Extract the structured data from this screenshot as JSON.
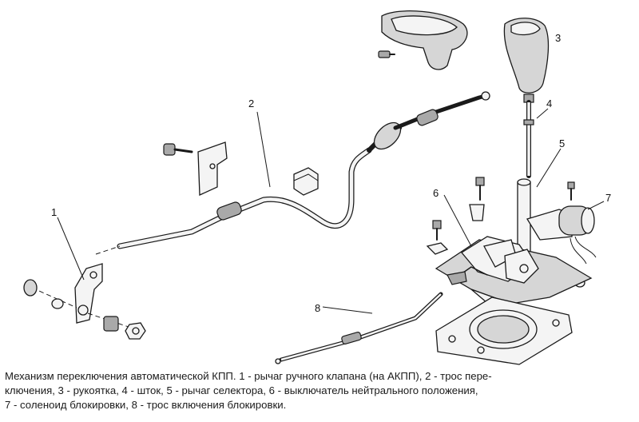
{
  "diagram": {
    "callouts": [
      {
        "id": "1",
        "label": "1"
      },
      {
        "id": "2",
        "label": "2"
      },
      {
        "id": "3",
        "label": "3"
      },
      {
        "id": "4",
        "label": "4"
      },
      {
        "id": "5",
        "label": "5"
      },
      {
        "id": "6",
        "label": "6"
      },
      {
        "id": "7",
        "label": "7"
      },
      {
        "id": "8",
        "label": "8"
      }
    ],
    "caption": {
      "line1": "Механизм переключения автоматической КПП. 1 - рычаг ручного клапана (на АКПП), 2 - трос пере-",
      "line2": "ключения, 3 - рукоятка, 4 - шток, 5 - рычаг селектора, 6 - выключатель нейтрального положения,",
      "line3": "7 - соленоид блокировки, 8 - трос включения блокировки."
    }
  }
}
